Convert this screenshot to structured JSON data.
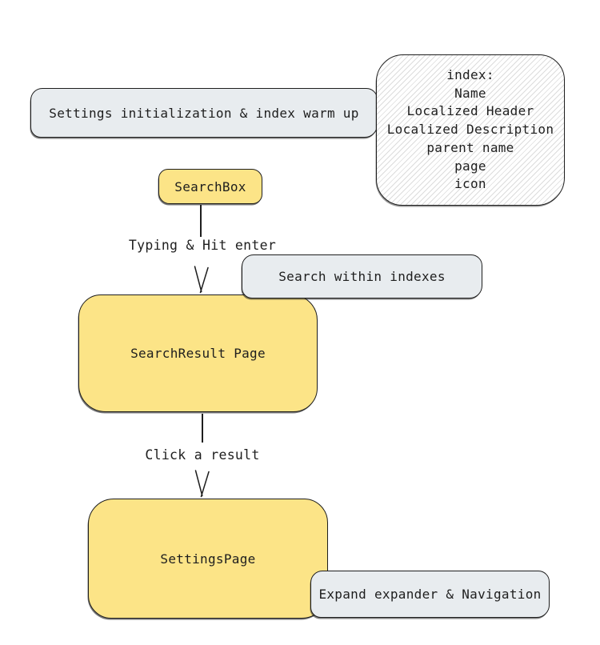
{
  "diagram": {
    "colors": {
      "canvas_bg": "#ffffff",
      "yellow_fill": "#fce487",
      "gray_fill": "#e8ecef",
      "stroke": "#1e1e1e",
      "text": "#1e1e1e",
      "hatch_line": "#dcdcdc"
    },
    "nodes": {
      "settings_init": {
        "label": "Settings initialization & index warm up"
      },
      "index_note": {
        "lines": [
          "index:",
          "Name",
          "Localized Header",
          "Localized Description",
          "parent name",
          "page",
          "icon"
        ]
      },
      "searchbox": {
        "label": "SearchBox"
      },
      "search_within": {
        "label": "Search within indexes"
      },
      "searchresult": {
        "label": "SearchResult Page"
      },
      "settingspage": {
        "label": "SettingsPage"
      },
      "expand_nav": {
        "label": "Expand expander & Navigation"
      }
    },
    "edges": {
      "typing_enter": {
        "label": "Typing & Hit enter",
        "from": "searchbox",
        "to": "searchresult"
      },
      "click_result": {
        "label": "Click a result",
        "from": "searchresult",
        "to": "settingspage"
      }
    }
  }
}
